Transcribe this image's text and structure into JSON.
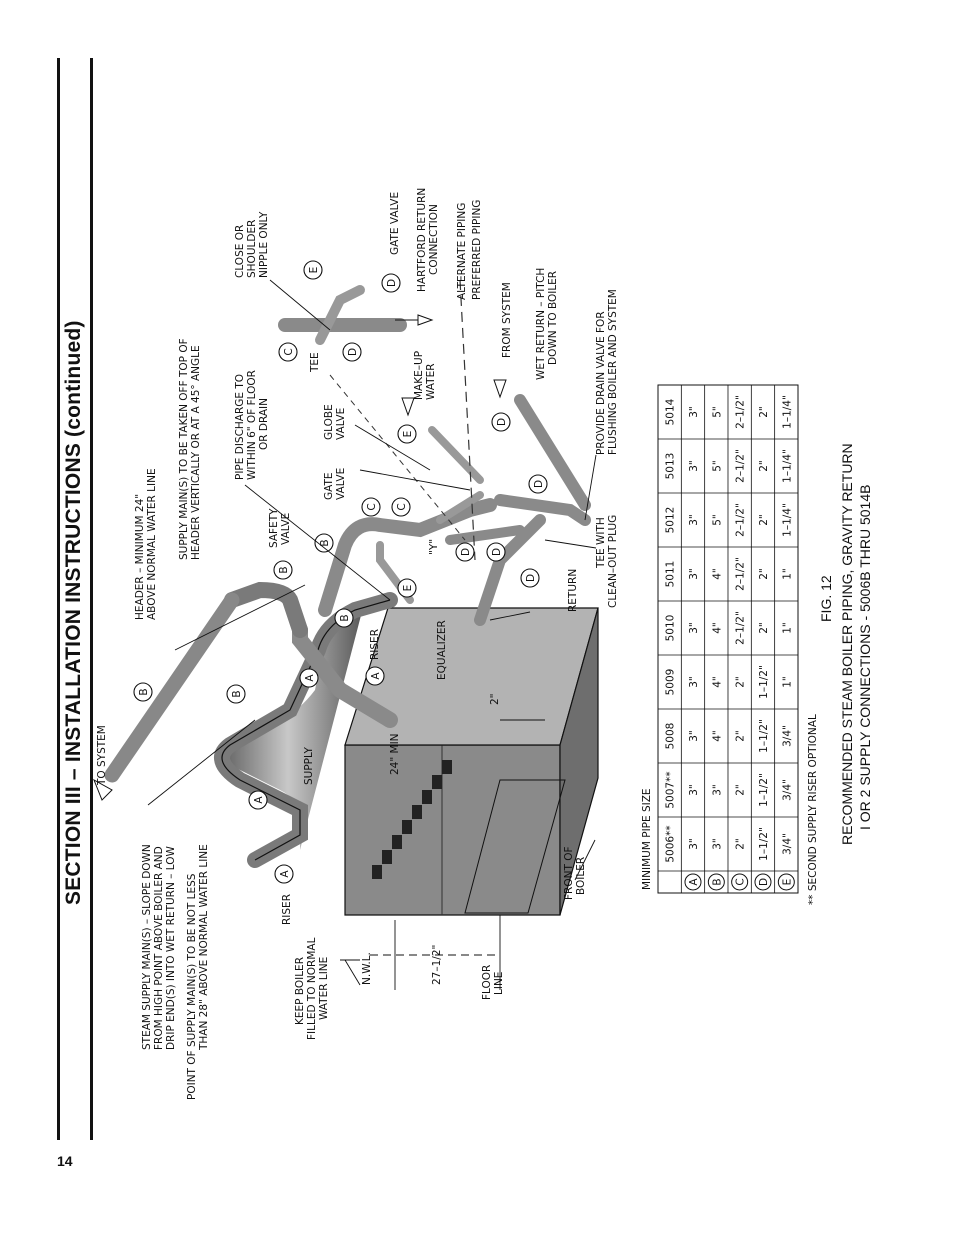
{
  "page_number": "14",
  "section_title": "SECTION III – INSTALLATION INSTRUCTIONS (continued)",
  "figure": {
    "number": "FIG. 12",
    "caption_line1": "RECOMMENDED STEAM BOILER PIPING, GRAVITY RETURN",
    "caption_line2": "I OR 2 SUPPLY CONNECTIONS - 5006B THRU 5014B",
    "labels": {
      "to_system": "TO SYSTEM",
      "steam_supply_1": "STEAM SUPPLY MAIN(S) – SLOPE DOWN",
      "steam_supply_2": "FROM HIGH POINT ABOVE BOILER AND",
      "steam_supply_3": "DRIP END(S) INTO WET RETURN – LOW",
      "steam_supply_4": "POINT OF SUPPLY MAIN(S) TO BE NOT LESS",
      "steam_supply_5": "THAN 28\" ABOVE NORMAL WATER LINE",
      "header_1": "HEADER – MINIMUM 24\"",
      "header_2": "ABOVE NORMAL WATER LINE",
      "supply_mains_1": "SUPPLY MAIN(S) TO BE TAKEN OFF TOP OF",
      "supply_mains_2": "HEADER VERTICALLY OR AT A 45° ANGLE",
      "close_nipple_1": "CLOSE OR",
      "close_nipple_2": "SHOULDER",
      "close_nipple_3": "NIPPLE ONLY",
      "gate_valve_top": "GATE VALVE",
      "hartford_1": "HARTFORD RETURN",
      "hartford_2": "CONNECTION",
      "alternate_piping": "ALTERNATE PIPING",
      "preferred_piping": "PREFERRED PIPING",
      "tee": "TEE",
      "pipe_discharge_1": "PIPE DISCHARGE TO",
      "pipe_discharge_2": "WITHIN 6\" OF FLOOR",
      "pipe_discharge_3": "OR DRAIN",
      "safety_valve_1": "SAFETY",
      "safety_valve_2": "VALVE",
      "globe_valve_1": "GLOBE",
      "globe_valve_2": "VALVE",
      "make_up_1": "MAKE–UP",
      "make_up_2": "WATER",
      "gate_valve_mid_1": "GATE",
      "gate_valve_mid_2": "VALVE",
      "from_system": "FROM SYSTEM",
      "wet_return_1": "WET RETURN – PITCH",
      "wet_return_2": "DOWN TO BOILER",
      "drain_valve_1": "PROVIDE DRAIN VALVE FOR",
      "drain_valve_2": "FLUSHING BOILER AND SYSTEM",
      "tee_cleanout_1": "TEE WITH",
      "tee_cleanout_2": "CLEAN–OUT PLUG",
      "return": "RETURN",
      "equalizer": "EQUALIZER",
      "y": "\"Y\"",
      "riser": "RISER",
      "supply": "SUPPLY",
      "min24": "24\" MIN",
      "two_in": "2\"",
      "front_1": "FRONT OF",
      "front_2": "BOILER",
      "keep_boiler_1": "KEEP BOILER",
      "keep_boiler_2": "FILLED TO NORMAL",
      "keep_boiler_3": "WATER LINE",
      "nwl": "N.W.L.",
      "dim_27": "27–1/2\"",
      "floor_1": "FLOOR",
      "floor_2": "LINE",
      "second_riser_note": "** SECOND SUPPLY RISER OPTIONAL"
    }
  },
  "pipe_table": {
    "title": "MINIMUM PIPE SIZE",
    "models": [
      "5006**",
      "5007**",
      "5008",
      "5009",
      "5010",
      "5011",
      "5012",
      "5013",
      "5014"
    ],
    "rows": [
      {
        "key": "A",
        "values": [
          "3\"",
          "3\"",
          "3\"",
          "3\"",
          "3\"",
          "3\"",
          "3\"",
          "3\"",
          "3\""
        ]
      },
      {
        "key": "B",
        "values": [
          "3\"",
          "3\"",
          "4\"",
          "4\"",
          "4\"",
          "4\"",
          "5\"",
          "5\"",
          "5\""
        ]
      },
      {
        "key": "C",
        "values": [
          "2\"",
          "2\"",
          "2\"",
          "2\"",
          "2–1/2\"",
          "2–1/2\"",
          "2–1/2\"",
          "2–1/2\"",
          "2–1/2\""
        ]
      },
      {
        "key": "D",
        "values": [
          "1–1/2\"",
          "1–1/2\"",
          "1–1/2\"",
          "1–1/2\"",
          "2\"",
          "2\"",
          "2\"",
          "2\"",
          "2\""
        ]
      },
      {
        "key": "E",
        "values": [
          "3/4\"",
          "3/4\"",
          "3/4\"",
          "1\"",
          "1\"",
          "1\"",
          "1–1/4\"",
          "1–1/4\"",
          "1–1/4\""
        ]
      }
    ]
  }
}
